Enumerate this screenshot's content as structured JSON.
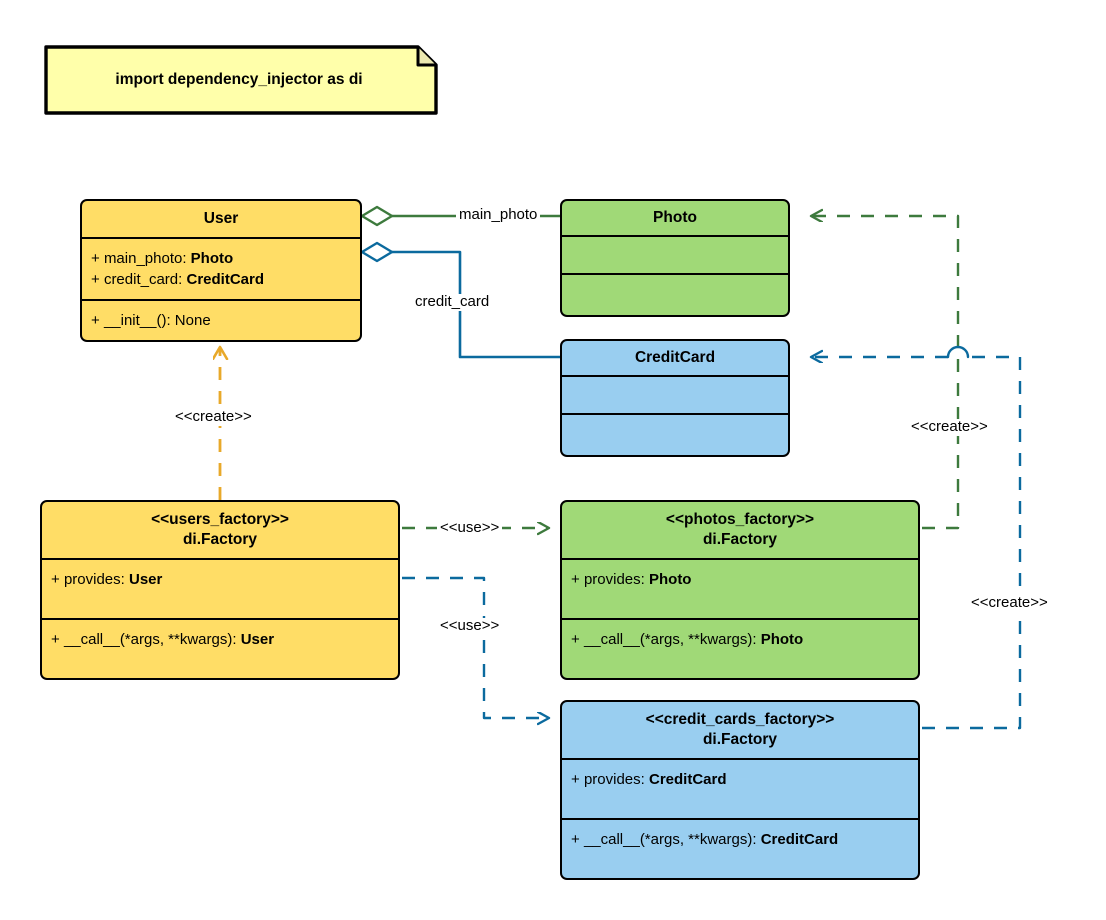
{
  "diagram": {
    "title": "dependency_injector factories UML class diagram",
    "background": "#ffffff"
  },
  "note": {
    "name": "import-note",
    "text": "import dependency_injector as di",
    "fill": "#ffffaa",
    "stroke": "#000000"
  },
  "palette": {
    "yellow_fill": "#ffdd66",
    "green_fill": "#a0d977",
    "blue_fill": "#99cef0",
    "note_fill": "#ffffaa",
    "border": "#000000",
    "green_edge": "#3d7a3d",
    "blue_edge": "#0b6a9e",
    "amber_edge": "#e8a92a"
  },
  "classes": [
    {
      "id": "user",
      "stereotype": "",
      "name": "User",
      "attributes": [
        {
          "prefix": "+ ",
          "label": "main_photo: ",
          "type": "Photo"
        },
        {
          "prefix": "+ ",
          "label": "credit_card: ",
          "type": "CreditCard"
        }
      ],
      "methods": [
        {
          "prefix": "+ ",
          "label": "__init__(): None",
          "type": ""
        }
      ],
      "fill": "#ffdd66"
    },
    {
      "id": "photo",
      "stereotype": "",
      "name": "Photo",
      "attributes": [],
      "methods": [],
      "fill": "#a0d977"
    },
    {
      "id": "credit_card",
      "stereotype": "",
      "name": "CreditCard",
      "attributes": [],
      "methods": [],
      "fill": "#99cef0"
    },
    {
      "id": "users_factory",
      "stereotype": "<<users_factory>>",
      "name": "di.Factory",
      "attributes": [
        {
          "prefix": "+ ",
          "label": "provides: ",
          "type": "User"
        }
      ],
      "methods": [
        {
          "prefix": "+ ",
          "label": "__call__(*args, **kwargs): ",
          "type": "User"
        }
      ],
      "fill": "#ffdd66"
    },
    {
      "id": "photos_factory",
      "stereotype": "<<photos_factory>>",
      "name": "di.Factory",
      "attributes": [
        {
          "prefix": "+ ",
          "label": "provides: ",
          "type": "Photo"
        }
      ],
      "methods": [
        {
          "prefix": "+ ",
          "label": "__call__(*args, **kwargs): ",
          "type": "Photo"
        }
      ],
      "fill": "#a0d977"
    },
    {
      "id": "credit_cards_factory",
      "stereotype": "<<credit_cards_factory>>",
      "name": "di.Factory",
      "attributes": [
        {
          "prefix": "+ ",
          "label": "provides: ",
          "type": "CreditCard"
        }
      ],
      "methods": [
        {
          "prefix": "+ ",
          "label": "__call__(*args, **kwargs): ",
          "type": "CreditCard"
        }
      ],
      "fill": "#99cef0"
    }
  ],
  "edges": [
    {
      "id": "user-main_photo-photo",
      "kind": "aggregation",
      "from": "user",
      "to": "photo",
      "label": "main_photo",
      "color": "#3d7a3d",
      "style": "solid"
    },
    {
      "id": "user-credit_card-creditcard",
      "kind": "aggregation",
      "from": "user",
      "to": "credit_card",
      "label": "credit_card",
      "color": "#0b6a9e",
      "style": "solid"
    },
    {
      "id": "users_factory-creates-user",
      "kind": "dependency",
      "from": "users_factory",
      "to": "user",
      "label": "<<create>>",
      "color": "#e8a92a",
      "style": "dashed"
    },
    {
      "id": "users_factory-uses-photos_factory",
      "kind": "dependency",
      "from": "users_factory",
      "to": "photos_factory",
      "label": "<<use>>",
      "color": "#3d7a3d",
      "style": "dashed"
    },
    {
      "id": "users_factory-uses-credit_cards_factory",
      "kind": "dependency",
      "from": "users_factory",
      "to": "credit_cards_factory",
      "label": "<<use>>",
      "color": "#0b6a9e",
      "style": "dashed"
    },
    {
      "id": "photos_factory-creates-photo",
      "kind": "dependency",
      "from": "photos_factory",
      "to": "photo",
      "label": "<<create>>",
      "color": "#3d7a3d",
      "style": "dashed"
    },
    {
      "id": "credit_cards_factory-creates-creditcard",
      "kind": "dependency",
      "from": "credit_cards_factory",
      "to": "credit_card",
      "label": "<<create>>",
      "color": "#0b6a9e",
      "style": "dashed"
    }
  ],
  "edge_labels": {
    "main_photo": "main_photo",
    "credit_card": "credit_card",
    "create_user": "<<create>>",
    "use_photos": "<<use>>",
    "use_credit_cards": "<<use>>",
    "create_photo": "<<create>>",
    "create_credit_card": "<<create>>"
  }
}
